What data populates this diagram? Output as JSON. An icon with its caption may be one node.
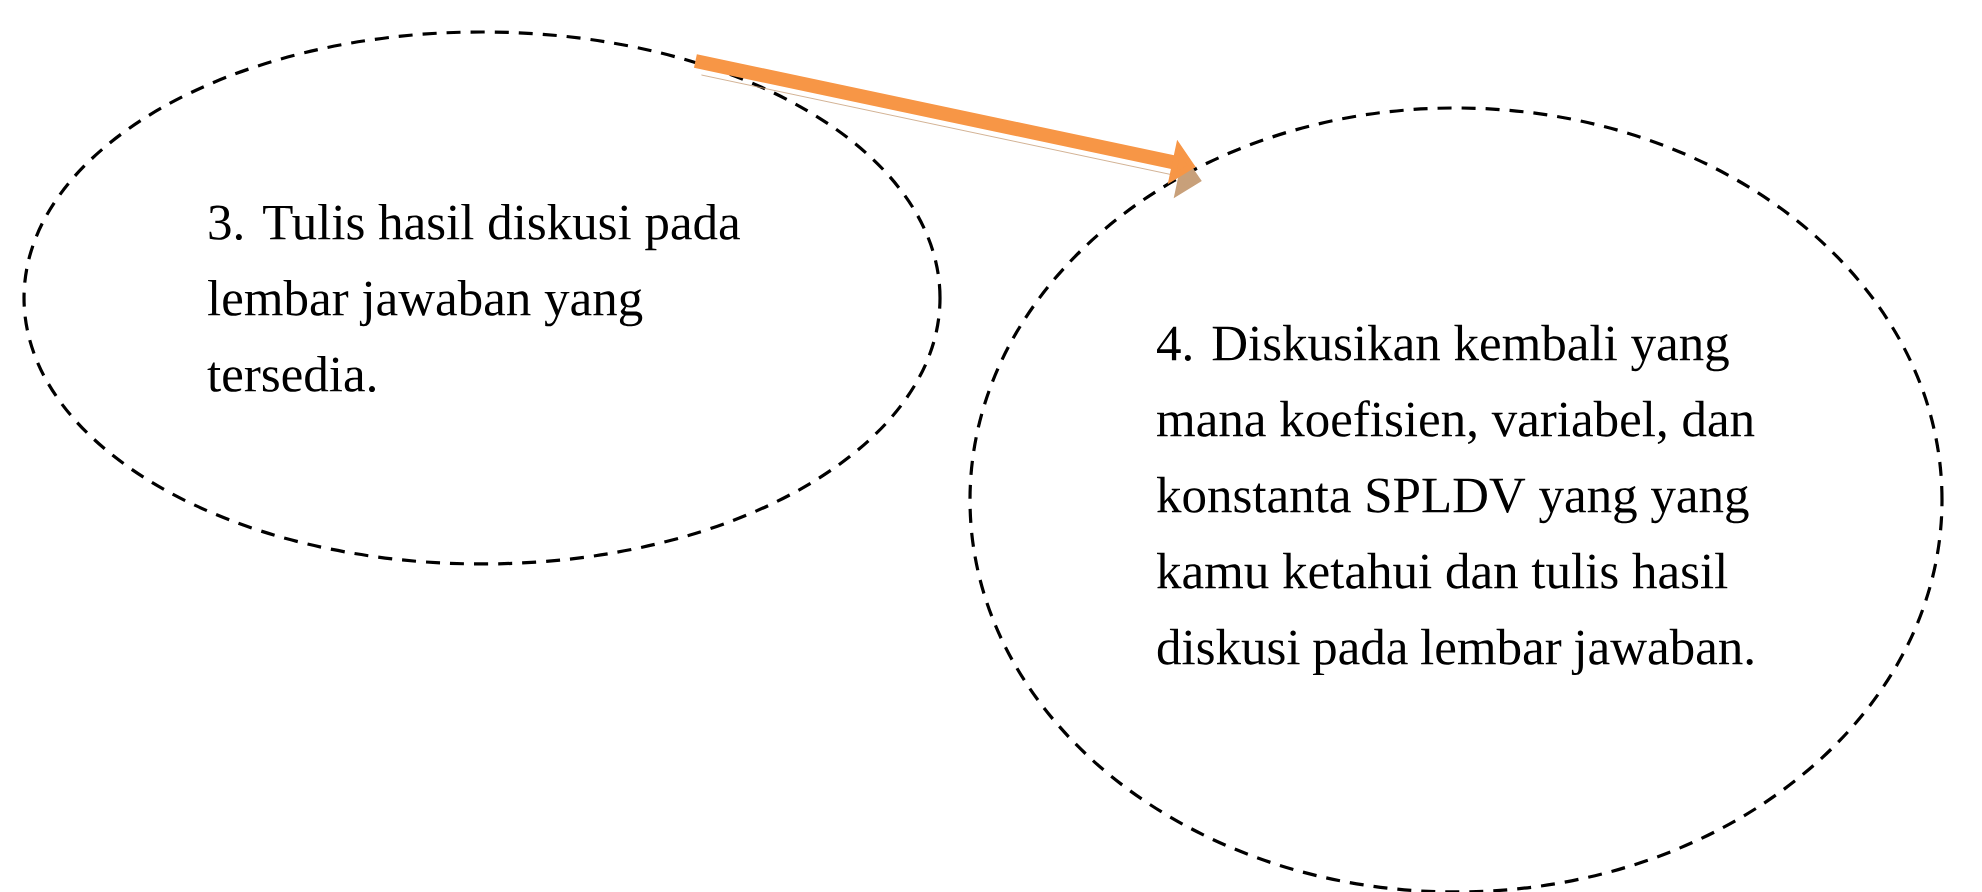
{
  "diagram": {
    "nodes": [
      {
        "text": [
          "3. Tulis hasil diskusi pada lembar jawaban yang tersedia."
        ]
      },
      {
        "text": [
          "4. Diskusikan kembali yang mana koefisien, variabel, dan konstanta SPLDV yang yang kamu ketahui dan tulis hasil diskusi pada lembar jawaban."
        ]
      }
    ],
    "edges": [
      {
        "from": 0,
        "to": 1,
        "arrow": "to"
      }
    ]
  }
}
